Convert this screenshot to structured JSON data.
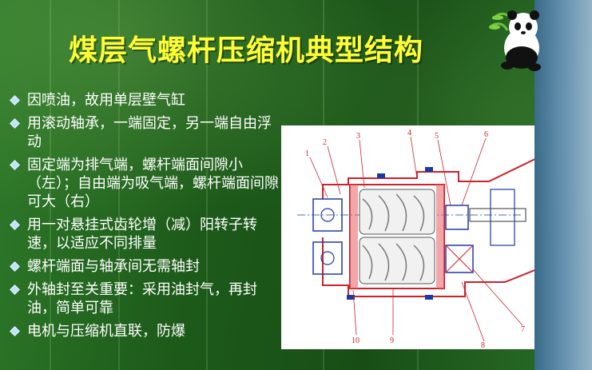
{
  "slide": {
    "title": "煤层气螺杆压缩机典型结构",
    "bullets": [
      "因喷油，故用单层壁气缸",
      "用滚动轴承，一端固定，另一端自由浮动",
      "固定端为排气端，螺杆端面间隙小（左）；自由端为吸气端，螺杆端面间隙可大（右）",
      "用一对悬挂式齿轮增（减）阳转子转速，以适应不同排量",
      "螺杆端面与轴承间无需轴封",
      "外轴封至关重要：采用油封气，再封油，简单可靠",
      "电机与压缩机直联，防爆"
    ]
  },
  "diagram": {
    "labels": [
      "1",
      "2",
      "3",
      "4",
      "5",
      "6",
      "7",
      "8",
      "9",
      "10"
    ]
  },
  "colors": {
    "title": "#ffff33",
    "bullet_text": "#ffffff",
    "drawing_red": "#d0202a",
    "drawing_blue": "#1a3aa8"
  }
}
